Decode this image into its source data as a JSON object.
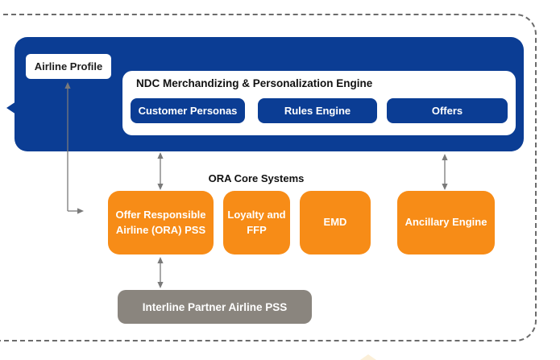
{
  "airline_profile": {
    "label": "Airline Profile"
  },
  "ndc_engine": {
    "title": "NDC Merchandizing & Personalization Engine",
    "components": [
      {
        "label": "Customer Personas"
      },
      {
        "label": "Rules Engine"
      },
      {
        "label": "Offers"
      }
    ]
  },
  "ora_core": {
    "title": "ORA Core Systems",
    "systems": [
      {
        "label": "Offer Responsible Airline (ORA) PSS"
      },
      {
        "label": "Loyalty and FFP"
      },
      {
        "label": "EMD"
      },
      {
        "label": "Ancillary Engine"
      }
    ]
  },
  "interline": {
    "label": "Interline Partner Airline PSS"
  },
  "colors": {
    "primary_blue": "#0B3D94",
    "orange": "#F78C17",
    "gray_box": "#8A857E",
    "arrow_gray": "#7A7A7A",
    "dashed_border": "#6B6B6B",
    "artifact_cream": "#FBEDD4",
    "text_dark": "#111111",
    "text_on_fill": "#FFFFFF"
  }
}
